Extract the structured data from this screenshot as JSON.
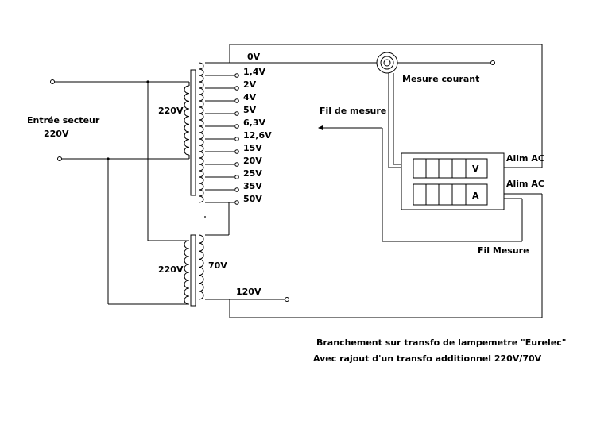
{
  "input": {
    "label_line1": "Entrée secteur",
    "label_line2": "220V"
  },
  "transfo_main": {
    "primary_label": "220V",
    "taps": [
      "0V",
      "1,4V",
      "2V",
      "4V",
      "5V",
      "6,3V",
      "12,6V",
      "15V",
      "20V",
      "25V",
      "35V",
      "50V"
    ]
  },
  "transfo_add": {
    "primary_label": "220V",
    "secondary_label": "70V",
    "output_label": "120V"
  },
  "meter": {
    "current_label": "Mesure courant",
    "fil_de_mesure": "Fil de mesure",
    "fil_mesure": "Fil Mesure",
    "alim_ac_1": "Alim AC",
    "alim_ac_2": "Alim AC",
    "unit_v": "V",
    "unit_a": "A"
  },
  "caption": {
    "line1": "Branchement sur transfo de lampemetre \"Eurelec\"",
    "line2": "Avec rajout d'un transfo additionnel  220V/70V"
  }
}
